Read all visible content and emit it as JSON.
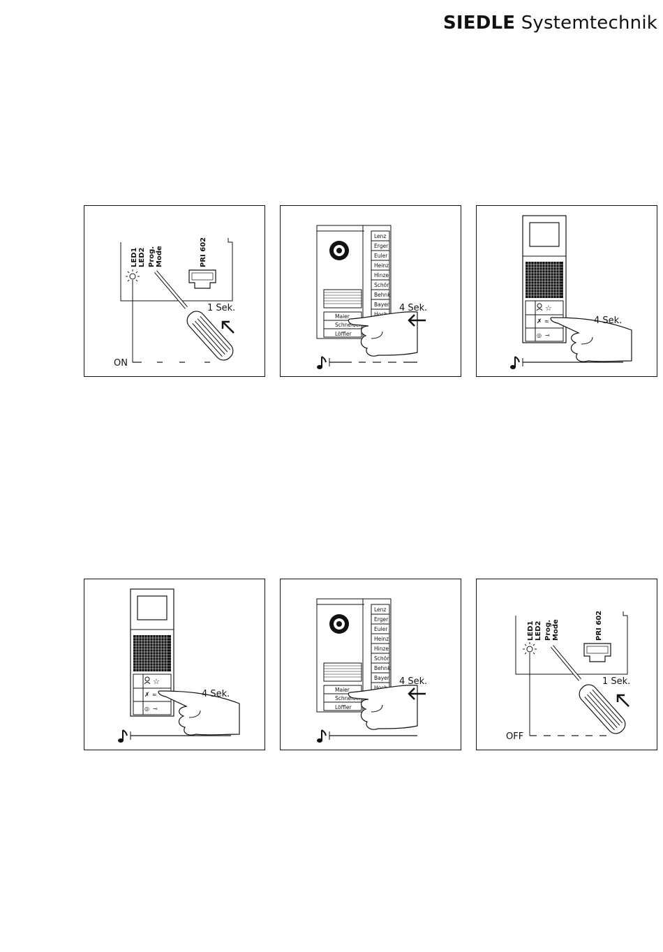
{
  "brand": {
    "name_bold": "SIEDLE",
    "name_regular": "Systemtechnik"
  },
  "labels": {
    "led1": "LED1",
    "led2": "LED2",
    "prog": "Prog.",
    "mode": "Mode",
    "pri": "PRI 602",
    "on": "ON",
    "off": "OFF",
    "sek1": "1 Sek.",
    "sek4": "4 Sek."
  },
  "nameplate": [
    "Lenz",
    "Erger",
    "Euler",
    "Heinz",
    "Hinze",
    "Schön",
    "Behnk",
    "Bayer",
    "Hoch"
  ],
  "nameplate_left": [
    "Maier",
    "Schneider",
    "Löffler"
  ]
}
